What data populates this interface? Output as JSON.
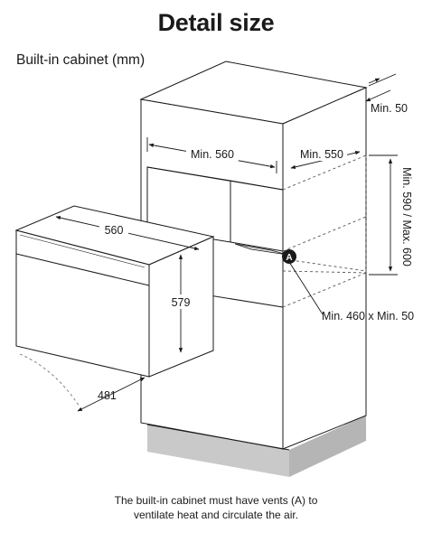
{
  "title": "Detail size",
  "subtitle": "Built-in cabinet (mm)",
  "dimensions": {
    "cabinet_width": "Min. 560",
    "cabinet_depth": "Min. 550",
    "top_gap": "Min. 50",
    "opening_height": "Min. 590 / Max. 600",
    "vent_size": "Min. 460 x Min. 50",
    "oven_width": "560",
    "oven_height": "579",
    "door_swing": "481"
  },
  "vent_marker": "A",
  "caption_lines": [
    "The built-in cabinet must have vents (A) to",
    "ventilate heat and circulate the air."
  ]
}
